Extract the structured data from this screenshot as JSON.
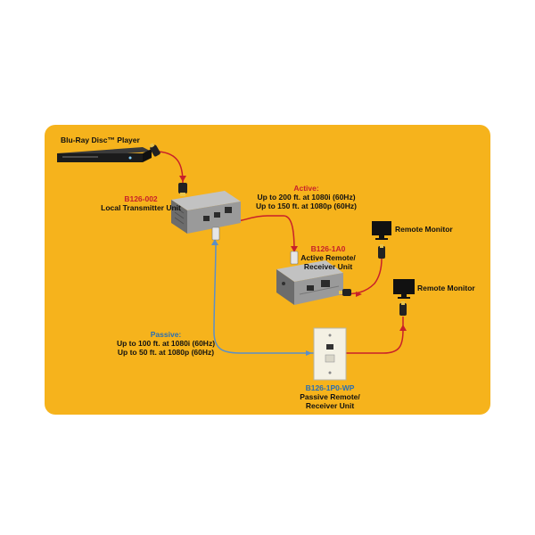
{
  "colors": {
    "background": "#f6b31c",
    "active_cable": "#c8202a",
    "passive_cable": "#5b8fc7",
    "device_body": "#9a9a9a",
    "device_shadow": "#6c6c6c"
  },
  "source": {
    "label": "Blu-Ray Disc™ Player",
    "icon": "blu-ray-player-icon"
  },
  "transmitter": {
    "model": "B126-002",
    "name": "Local Transmitter Unit",
    "icon": "transmitter-box-icon"
  },
  "active": {
    "title": "Active:",
    "line1": "Up to 200 ft. at 1080i (60Hz)",
    "line2": "Up to 150 ft. at 1080p (60Hz)"
  },
  "active_receiver": {
    "model": "B126-1A0",
    "name1": "Active Remote/",
    "name2": "Receiver Unit",
    "icon": "receiver-box-icon"
  },
  "passive": {
    "title": "Passive:",
    "line1": "Up to 100 ft. at 1080i (60Hz)",
    "line2": "Up to 50 ft. at 1080p (60Hz)"
  },
  "passive_receiver": {
    "model": "B126-1P0-WP",
    "name1": "Passive Remote/",
    "name2": "Receiver Unit",
    "icon": "wall-plate-icon"
  },
  "monitor_top": {
    "label": "Remote Monitor",
    "icon": "monitor-icon"
  },
  "monitor_bottom": {
    "label": "Remote Monitor",
    "icon": "monitor-icon"
  }
}
